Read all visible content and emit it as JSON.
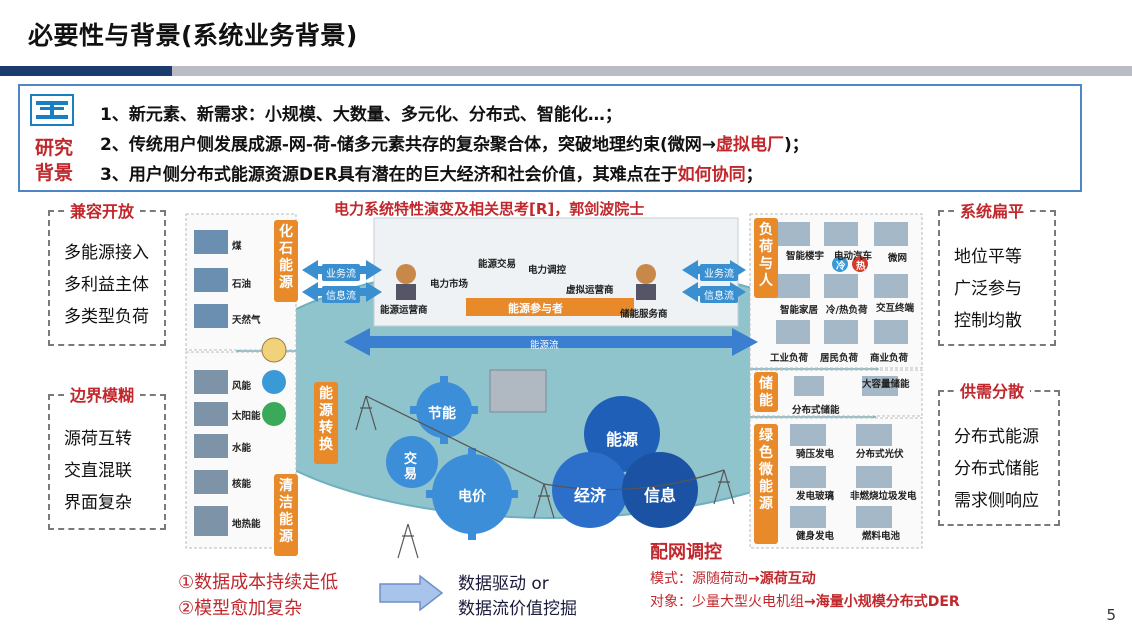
{
  "title": "必要性与背景(系统业务背景)",
  "research": {
    "label_1": "研究",
    "label_2": "背景",
    "line1": "1、新元素、新需求：小规模、大数量、多元化、分布式、智能化…；",
    "line2_pre": "2、传统用户侧发展成源-网-荷-储多元素共存的复杂聚合体，突破地理约束(微网→",
    "line2_red": "虚拟电厂",
    "line2_post": ")；",
    "line3_pre": "3、用户侧分布式能源资源DER具有潜在的巨大经济和社会价值，其难点在于",
    "line3_red": "如何协同",
    "line3_post": "；"
  },
  "left_boxes": [
    {
      "heading": "兼容开放",
      "items": [
        "多能源接入",
        "多利益主体",
        "多类型负荷"
      ]
    },
    {
      "heading": "边界模糊",
      "items": [
        "源荷互转",
        "交直混联",
        "界面复杂"
      ]
    }
  ],
  "right_boxes": [
    {
      "heading": "系统扁平",
      "items": [
        "地位平等",
        "广泛参与",
        "控制均散"
      ]
    },
    {
      "heading": "供需分散",
      "items": [
        "分布式能源",
        "分布式储能",
        "需求侧响应"
      ]
    }
  ],
  "diagram": {
    "ref_title": "电力系统特性演变及相关思考[R]，郭剑波院士",
    "fossil_label": "化石能源",
    "fossil_items": [
      "煤",
      "石油",
      "天然气"
    ],
    "conversion_label": "能源转换",
    "clean_label": "清洁能源",
    "clean_items": [
      "风能",
      "太阳能",
      "水能",
      "核能",
      "地热能"
    ],
    "left_flows": [
      "业务流",
      "信息流"
    ],
    "right_flows": [
      "业务流",
      "信息流"
    ],
    "participants_label": "能源参与者",
    "participants": [
      "能源运营商",
      "电力市场",
      "能源交易",
      "电力调控",
      "虚拟运营商",
      "储能服务商"
    ],
    "energy_flow": "能源流",
    "gears": [
      "节能",
      "交易",
      "电价"
    ],
    "circles": [
      "能源",
      "经济",
      "信息"
    ],
    "load_label": "负荷与人",
    "load_items": [
      "智能楼宇",
      "电动汽车",
      "微网",
      "冷",
      "热",
      "智能家居",
      "冷/热负荷",
      "交互终端",
      "工业负荷",
      "居民负荷",
      "商业负荷"
    ],
    "storage_label": "储能",
    "storage_items": [
      "分布式储能",
      "大容量储能"
    ],
    "green_label": "绿色微能源",
    "green_items": [
      "骑压发电",
      "分布式光伏",
      "发电玻璃",
      "非燃烧垃圾发电",
      "健身发电",
      "燃料电池"
    ]
  },
  "bottom": {
    "left1": "①数据成本持续走低",
    "left2": "②模型愈加复杂",
    "mid1": "数据驱动 or",
    "mid2": "数据流价值挖掘",
    "dn_title": "配网调控",
    "mode_pre": "模式：源随荷动",
    "mode_post": "源荷互动",
    "obj_pre": "对象：少量大型火电机组",
    "obj_post": "海量小规模分布式DER",
    "arrow": "→"
  },
  "page_number": "5",
  "colors": {
    "accent_red": "#c0282d",
    "navy": "#1c3b6d",
    "orange": "#e8892a",
    "blue": "#3a8fd0"
  }
}
